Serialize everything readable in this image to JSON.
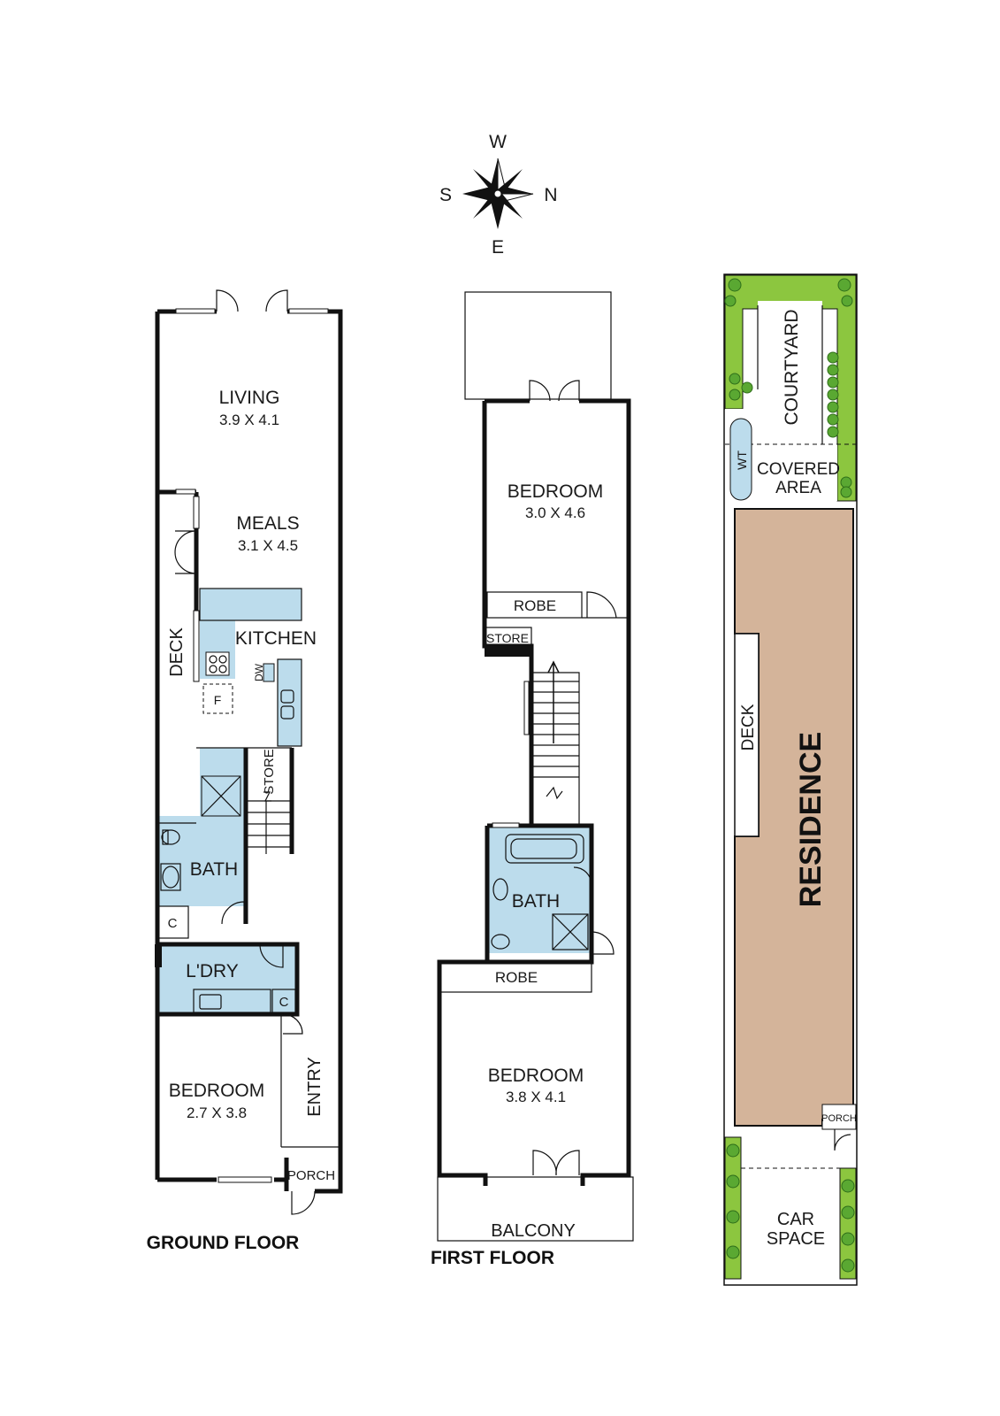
{
  "compass": {
    "w": "W",
    "s": "S",
    "n": "N",
    "e": "E"
  },
  "ground_floor": {
    "title": "GROUND FLOOR",
    "rooms": {
      "living": {
        "name": "LIVING",
        "size": "3.9 X 4.1"
      },
      "meals": {
        "name": "MEALS",
        "size": "3.1 X 4.5"
      },
      "kitchen": {
        "name": "KITCHEN"
      },
      "deck": {
        "name": "DECK"
      },
      "store": {
        "name": "STORE"
      },
      "bath": {
        "name": "BATH"
      },
      "laundry": {
        "name": "L'DRY"
      },
      "bedroom": {
        "name": "BEDROOM",
        "size": "2.7 X 3.8"
      },
      "entry": {
        "name": "ENTRY"
      },
      "porch": {
        "name": "PORCH"
      }
    },
    "symbols": {
      "dishwasher": "DW",
      "fridge": "F",
      "cupboard": "C"
    }
  },
  "first_floor": {
    "title": "FIRST FLOOR",
    "rooms": {
      "bedroom_1": {
        "name": "BEDROOM",
        "size": "3.0 X 4.6"
      },
      "robe_1": {
        "name": "ROBE"
      },
      "store": {
        "name": "STORE"
      },
      "bath": {
        "name": "BATH"
      },
      "robe_2": {
        "name": "ROBE"
      },
      "bedroom_2": {
        "name": "BEDROOM",
        "size": "3.8 X 4.1"
      },
      "balcony": {
        "name": "BALCONY"
      }
    }
  },
  "site_plan": {
    "courtyard": "COURTYARD",
    "wt": "WT",
    "covered_area": [
      "COVERED",
      "AREA"
    ],
    "deck": "DECK",
    "residence": "RESIDENCE",
    "porch": "PORCH",
    "car_space": [
      "CAR",
      "SPACE"
    ]
  },
  "colors": {
    "wet_area": "#bcdcec",
    "residence": "#d4b49a",
    "garden": "#8cc63f",
    "wall": "#111111"
  }
}
